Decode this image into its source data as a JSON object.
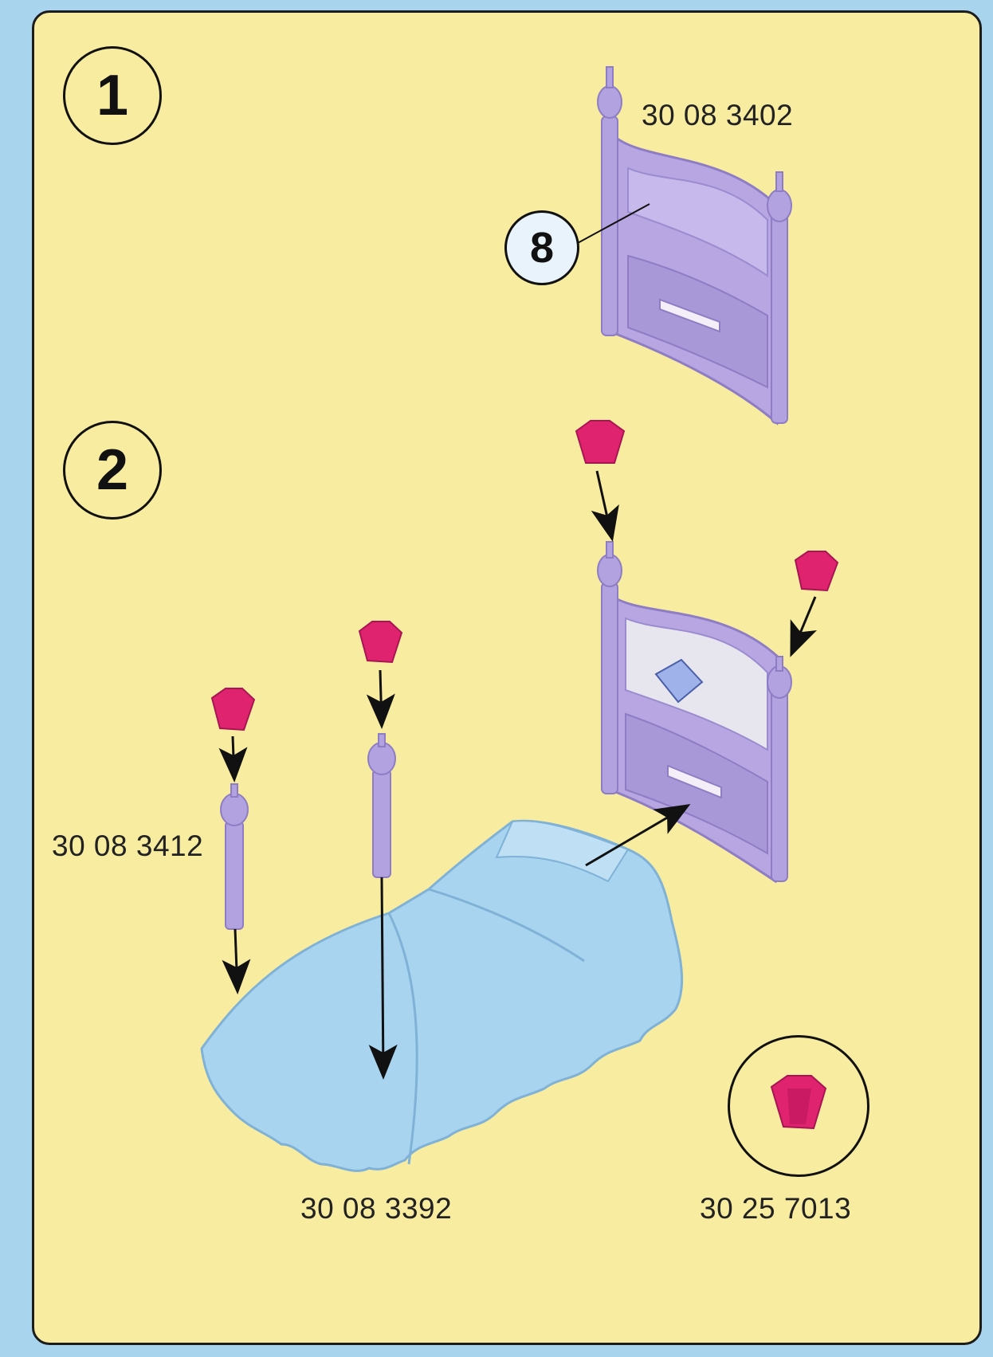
{
  "steps": [
    {
      "number": "1"
    },
    {
      "number": "2"
    }
  ],
  "callout": {
    "number": "8"
  },
  "parts": {
    "headboard_step1": "30 08 3402",
    "bedpost": "30 08 3412",
    "bed": "30 08 3392",
    "gem_cap": "30 25 7013"
  },
  "colors": {
    "panel_background": "#f8eca0",
    "page_background": "#a9d4ee",
    "headboard": "#b7a6e2",
    "bed_cover": "#a8d4ef",
    "gem": "#e0236f"
  }
}
